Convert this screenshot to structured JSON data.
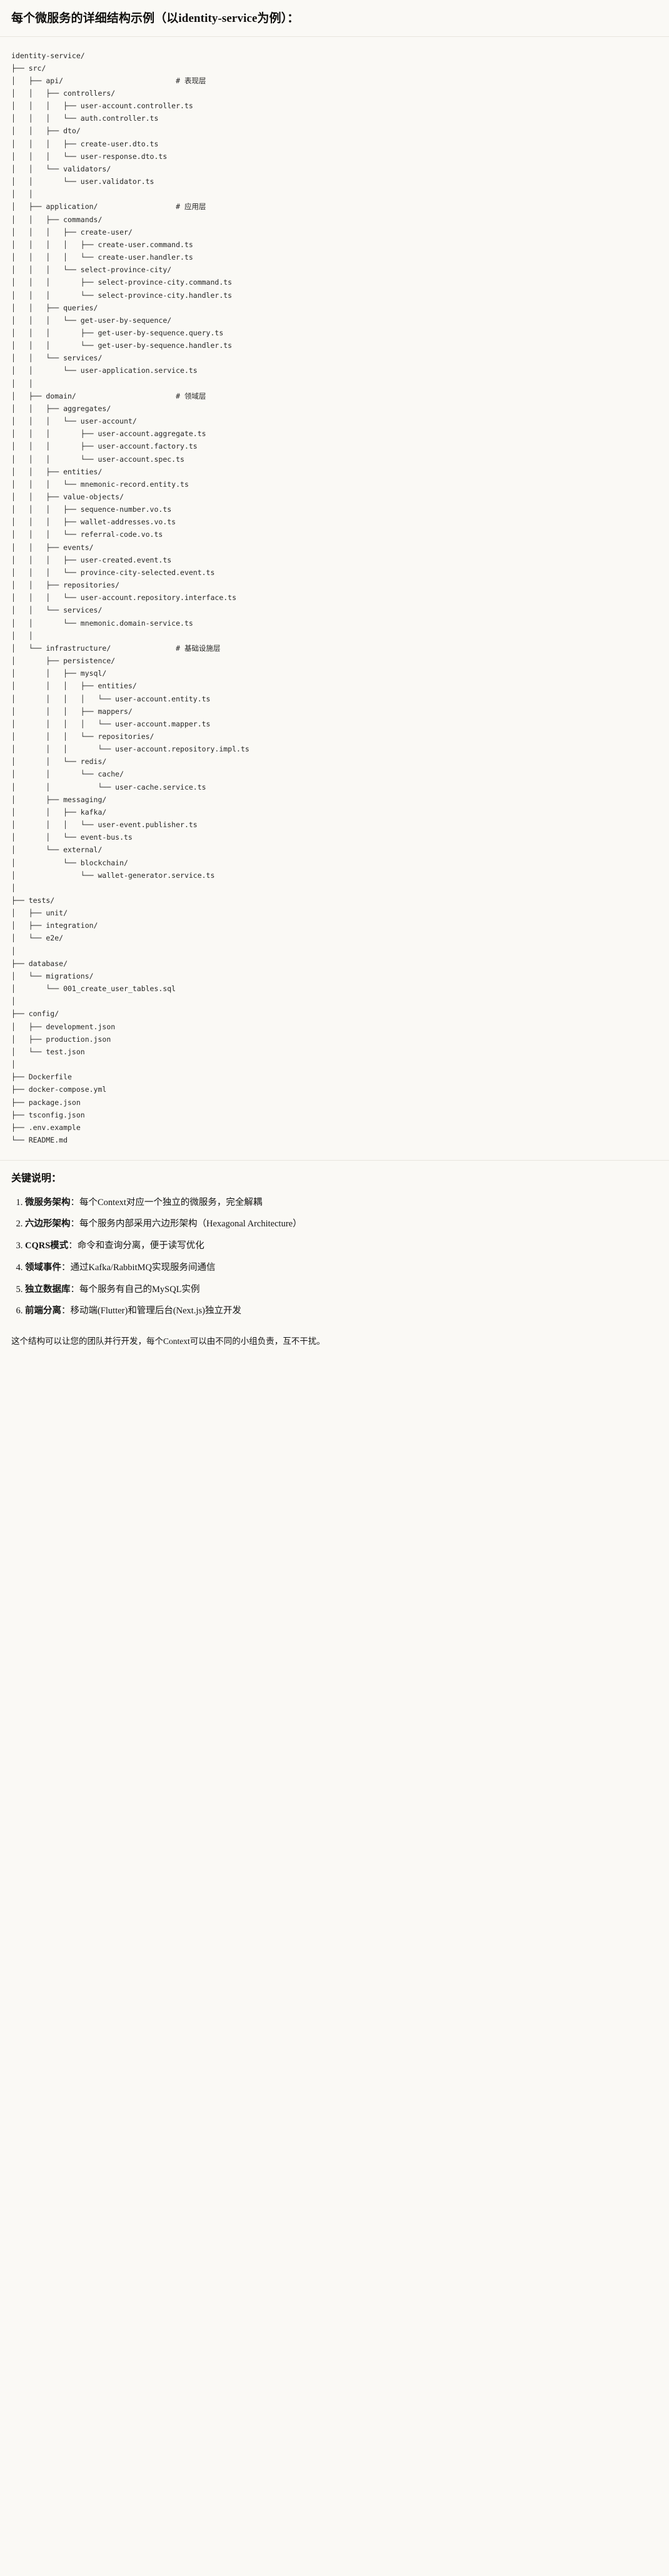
{
  "header": {
    "title": "每个微服务的详细结构示例（以identity-service为例）："
  },
  "tree": {
    "root": "identity-service/",
    "text": "identity-service/\n├── src/\n│   ├── api/                          # 表现层\n│   │   ├── controllers/\n│   │   │   ├── user-account.controller.ts\n│   │   │   └── auth.controller.ts\n│   │   ├── dto/\n│   │   │   ├── create-user.dto.ts\n│   │   │   └── user-response.dto.ts\n│   │   └── validators/\n│   │       └── user.validator.ts\n│   │\n│   ├── application/                  # 应用层\n│   │   ├── commands/\n│   │   │   ├── create-user/\n│   │   │   │   ├── create-user.command.ts\n│   │   │   │   └── create-user.handler.ts\n│   │   │   └── select-province-city/\n│   │   │       ├── select-province-city.command.ts\n│   │   │       └── select-province-city.handler.ts\n│   │   ├── queries/\n│   │   │   └── get-user-by-sequence/\n│   │   │       ├── get-user-by-sequence.query.ts\n│   │   │       └── get-user-by-sequence.handler.ts\n│   │   └── services/\n│   │       └── user-application.service.ts\n│   │\n│   ├── domain/                       # 领域层\n│   │   ├── aggregates/\n│   │   │   └── user-account/\n│   │   │       ├── user-account.aggregate.ts\n│   │   │       ├── user-account.factory.ts\n│   │   │       └── user-account.spec.ts\n│   │   ├── entities/\n│   │   │   └── mnemonic-record.entity.ts\n│   │   ├── value-objects/\n│   │   │   ├── sequence-number.vo.ts\n│   │   │   ├── wallet-addresses.vo.ts\n│   │   │   └── referral-code.vo.ts\n│   │   ├── events/\n│   │   │   ├── user-created.event.ts\n│   │   │   └── province-city-selected.event.ts\n│   │   ├── repositories/\n│   │   │   └── user-account.repository.interface.ts\n│   │   └── services/\n│   │       └── mnemonic.domain-service.ts\n│   │\n│   └── infrastructure/               # 基础设施层\n│       ├── persistence/\n│       │   ├── mysql/\n│       │   │   ├── entities/\n│       │   │   │   └── user-account.entity.ts\n│       │   │   ├── mappers/\n│       │   │   │   └── user-account.mapper.ts\n│       │   │   └── repositories/\n│       │   │       └── user-account.repository.impl.ts\n│       │   └── redis/\n│       │       └── cache/\n│       │           └── user-cache.service.ts\n│       ├── messaging/\n│       │   ├── kafka/\n│       │   │   └── user-event.publisher.ts\n│       │   └── event-bus.ts\n│       └── external/\n│           └── blockchain/\n│               └── wallet-generator.service.ts\n│\n├── tests/\n│   ├── unit/\n│   ├── integration/\n│   └── e2e/\n│\n├── database/\n│   └── migrations/\n│       └── 001_create_user_tables.sql\n│\n├── config/\n│   ├── development.json\n│   ├── production.json\n│   └── test.json\n│\n├── Dockerfile\n├── docker-compose.yml\n├── package.json\n├── tsconfig.json\n├── .env.example\n└── README.md",
    "layer_comments": [
      {
        "path": "api/",
        "comment": "# 表现层"
      },
      {
        "path": "application/",
        "comment": "# 应用层"
      },
      {
        "path": "domain/",
        "comment": "# 领域层"
      },
      {
        "path": "infrastructure/",
        "comment": "# 基础设施层"
      }
    ]
  },
  "keypoints": {
    "title": "关键说明：",
    "items": [
      {
        "lead": "微服务架构",
        "body": "：每个Context对应一个独立的微服务，完全解耦"
      },
      {
        "lead": "六边形架构",
        "body": "：每个服务内部采用六边形架构（Hexagonal Architecture）"
      },
      {
        "lead": "CQRS模式",
        "body": "：命令和查询分离，便于读写优化"
      },
      {
        "lead": "领域事件",
        "body": "：通过Kafka/RabbitMQ实现服务间通信"
      },
      {
        "lead": "独立数据库",
        "body": "：每个服务有自己的MySQL实例"
      },
      {
        "lead": "前端分离",
        "body": "：移动端(Flutter)和管理后台(Next.js)独立开发"
      }
    ]
  },
  "closing": {
    "text": "这个结构可以让您的团队并行开发，每个Context可以由不同的小组负责，互不干扰。"
  }
}
